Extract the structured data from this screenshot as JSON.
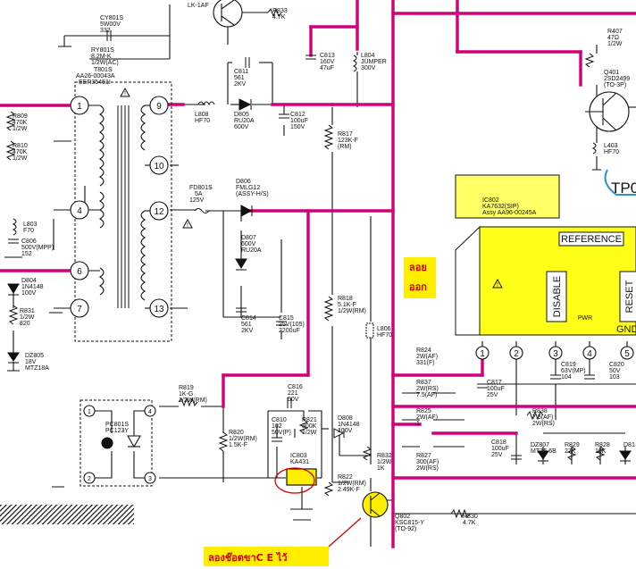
{
  "components": {
    "cy801s": [
      "CY801S",
      "5W00V",
      "332"
    ],
    "ry801s": [
      "RY801S",
      "8.2M-K",
      "1/2W(AC)"
    ],
    "t801s": [
      "T801S",
      "AA26-00043A",
      "EER35451I"
    ],
    "r833": [
      "R833",
      "4.7K"
    ],
    "r809": [
      "R809",
      "470K",
      "1/2W"
    ],
    "r810": [
      "R810",
      "470K",
      "1/2W"
    ],
    "l808": [
      "L808",
      "HF70"
    ],
    "d805": [
      "D805",
      "RU20A",
      "600V"
    ],
    "c811": [
      "C811",
      "561",
      "2KV"
    ],
    "c812": [
      "C812",
      "100uF",
      "150V"
    ],
    "c813": [
      "C813",
      "160V",
      "47uF"
    ],
    "l804": [
      "L804",
      "JUMPER",
      "300V"
    ],
    "r817": [
      "R817",
      "123K-F",
      "(RM)"
    ],
    "r407": [
      "R407",
      "47Ω",
      "1/2W"
    ],
    "q401": [
      "Q401",
      "2SD2499",
      "(TO-3P)"
    ],
    "l403": [
      "L403",
      "HF70"
    ],
    "lk": "LK-1AF",
    "l803": [
      "L803",
      "F70"
    ],
    "c806": [
      "C806",
      "500V(MPP)",
      "152"
    ],
    "fd801s": [
      "FD801S",
      "5A",
      "125V"
    ],
    "d806": [
      "D806",
      "FMLG12",
      "(ASSY-H/S)"
    ],
    "d804": [
      "D804",
      "1N4148",
      "100V"
    ],
    "r831": [
      "R831",
      "1/2W",
      "820"
    ],
    "dz805": [
      "DZ805",
      "18V",
      "MTZ18A"
    ],
    "d807": [
      "D807",
      "600V",
      "RU20A"
    ],
    "c814": [
      "C814",
      "561",
      "2KV"
    ],
    "c815": [
      "C815",
      "25V(105)",
      "2200uF"
    ],
    "r818": [
      "R818",
      "5.1K-F",
      "1/2W(RM)"
    ],
    "l806": [
      "L806",
      "HF70"
    ],
    "ic802": [
      "IC802",
      "KA7632(SIP)",
      "Assy AA96-00245A"
    ],
    "r819": [
      "R819",
      "1K-G",
      "1/2W(RM)"
    ],
    "pc801s": [
      "PC801S",
      "PC123Y"
    ],
    "r820": [
      "R820",
      "1/2W(RM)",
      "1.5K-F"
    ],
    "c816": [
      "C816",
      "221",
      "50V"
    ],
    "c810": [
      "C810",
      "102",
      "50V(P)"
    ],
    "r821": [
      "R821",
      "300K",
      "1/2W"
    ],
    "d808": [
      "D808",
      "1N4148",
      "100V"
    ],
    "ic803": [
      "IC803",
      "KA431"
    ],
    "r822": [
      "R822",
      "1/2W(RM)",
      "2.49K-F"
    ],
    "r832": [
      "R832",
      "1/2W",
      "1K"
    ],
    "q802": [
      "Q802",
      "KSC815-Y",
      "(TO-92)"
    ],
    "r830": [
      "R830",
      "4.7K"
    ],
    "r824": [
      "R824",
      "2W(AF)",
      "331(F)"
    ],
    "c817": [
      "C817",
      "100uF",
      "25V"
    ],
    "r837": [
      "R837",
      "2W(RS)",
      "7.5(AF)"
    ],
    "r825": [
      "R825",
      "2W(AF)",
      "1"
    ],
    "r838": [
      "R838",
      "7.5(AF)",
      "2W(RS)"
    ],
    "r827": [
      "R827",
      "300(AF)",
      "2W(RS)"
    ],
    "c819": [
      "C819",
      "63V(MP)",
      "104"
    ],
    "c820": [
      "C820",
      "50V",
      "103"
    ],
    "c818": [
      "C818",
      "100uF",
      "25V"
    ],
    "dz807": [
      "DZ807",
      "MTZ5.6B"
    ],
    "r829": [
      "R829",
      "27K"
    ],
    "r828": [
      "R828",
      "10K"
    ],
    "d81": "D81"
  },
  "transformer_pins": [
    "1",
    "4",
    "6",
    "7",
    "9",
    "10",
    "12",
    "13"
  ],
  "optocoupler_pins": [
    "1",
    "2",
    "3",
    "4"
  ],
  "ic_block": {
    "reference": "REFERENCE",
    "disable": "DISABLE",
    "reset": "RESET",
    "pwr": "PWR",
    "gnd": "GND",
    "pins": [
      "1",
      "2",
      "3",
      "4",
      "5"
    ]
  },
  "warning_mark": "!",
  "testpoint_label": "TP0",
  "annotations": {
    "remove_top": "ลอย",
    "remove_bottom": "ออก",
    "bottom_note": "ลองช๊อตขาC E ไว้"
  },
  "colors": {
    "trace": "#d1007a",
    "wire": "#111111",
    "ic_fill": "#ffff1a",
    "ic_label_fill": "#ffff66",
    "note_fill": "#ffee00",
    "note_text": "#d10000",
    "callout": "#d10000",
    "testpoint": "#2b8fd6"
  }
}
